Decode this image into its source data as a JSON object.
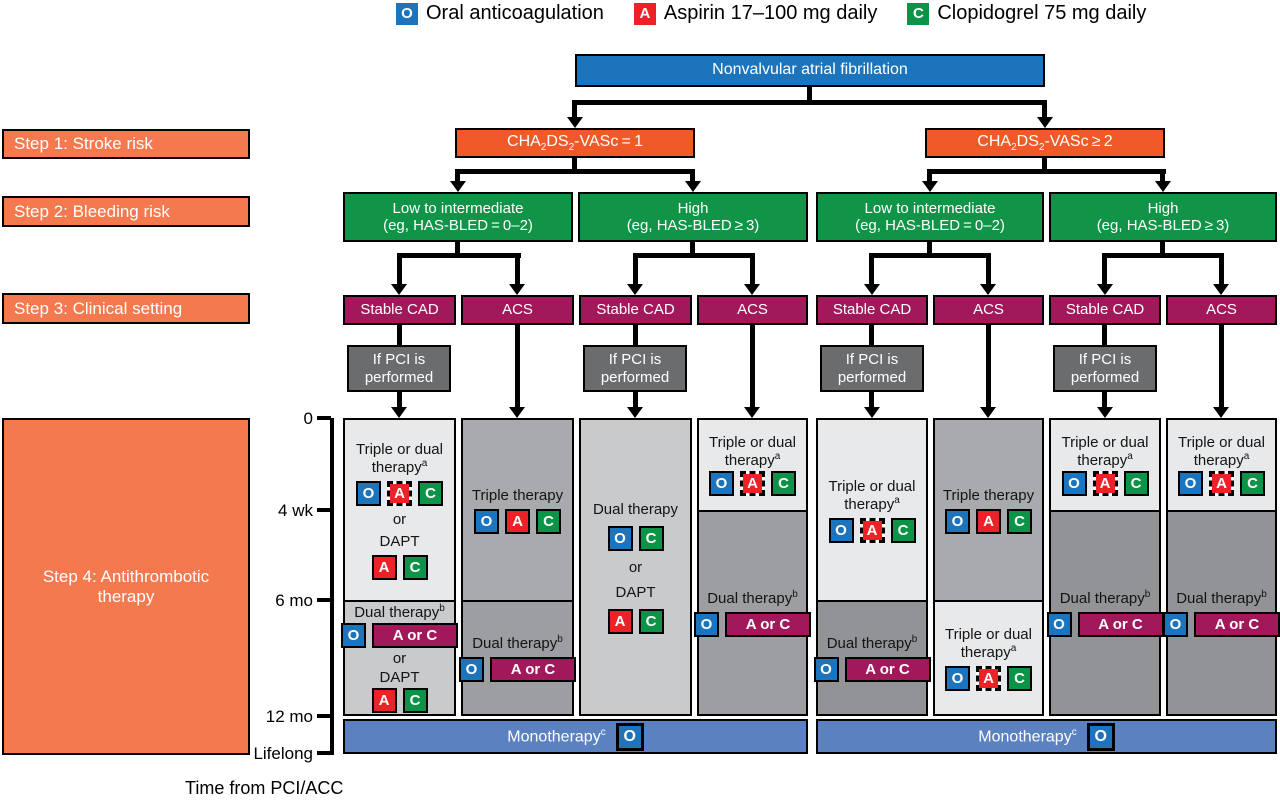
{
  "legend": {
    "items": [
      {
        "chip": "O",
        "label": "Oral anticoagulation",
        "color": "#1C75BC"
      },
      {
        "chip": "A",
        "label": "Aspirin 17–100 mg daily",
        "color": "#EC2227"
      },
      {
        "chip": "C",
        "label": "Clopidogrel 75 mg daily",
        "color": "#0B9448"
      }
    ]
  },
  "steps": {
    "s1": "Step 1: Stroke risk",
    "s2": "Step 2: Bleeding risk",
    "s3": "Step 3: Clinical setting",
    "s4_line1": "Step 4: Antithrombotic",
    "s4_line2": "therapy"
  },
  "flow": {
    "root": "Nonvalvular atrial fibrillation",
    "stroke": [
      {
        "b1": "CHA",
        "sub1": "2",
        "b2": "DS",
        "sub2": "2",
        "tail": "-VASc = 1"
      },
      {
        "b1": "CHA",
        "sub1": "2",
        "b2": "DS",
        "sub2": "2",
        "tail": "-VASc ≥ 2"
      }
    ],
    "bleeding": [
      {
        "line1": "Low to intermediate",
        "line2": "(eg, HAS-BLED = 0–2)"
      },
      {
        "line1": "High",
        "line2": "(eg, HAS-BLED ≥ 3)"
      },
      {
        "line1": "Low to intermediate",
        "line2": "(eg, HAS-BLED = 0–2)"
      },
      {
        "line1": "High",
        "line2": "(eg, HAS-BLED ≥ 3)"
      }
    ],
    "setting": {
      "stable": "Stable CAD",
      "acs": "ACS"
    },
    "pci": {
      "line1": "If PCI is",
      "line2": "performed"
    }
  },
  "timeline": {
    "t0": "0",
    "t1": "4 wk",
    "t2": "6 mo",
    "t3": "12 mo",
    "t4": "Lifelong",
    "axis_label": "Time from PCI/ACC"
  },
  "chips": {
    "O": "O",
    "A": "A",
    "C": "C",
    "AorC": "A or C"
  },
  "labels": {
    "triple_or_dual": "Triple or dual therapy",
    "sup_a": "a",
    "triple": "Triple therapy",
    "dual": "Dual therapy",
    "sup_b": "b",
    "or": "or",
    "dapt": "DAPT",
    "mono": "Monotherapy",
    "sup_c": "c"
  },
  "colors": {
    "oac_blue": "#1C75BC",
    "aspirin_red": "#EC2227",
    "clopidogrel_green": "#0B9448",
    "setting_purple": "#A2195B",
    "bleeding_green": "#119447",
    "risk_orange": "#F05A28",
    "step_orange": "#F4794F",
    "pci_gray": "#6A6C6E",
    "mono_blue": "#5B81C1"
  }
}
